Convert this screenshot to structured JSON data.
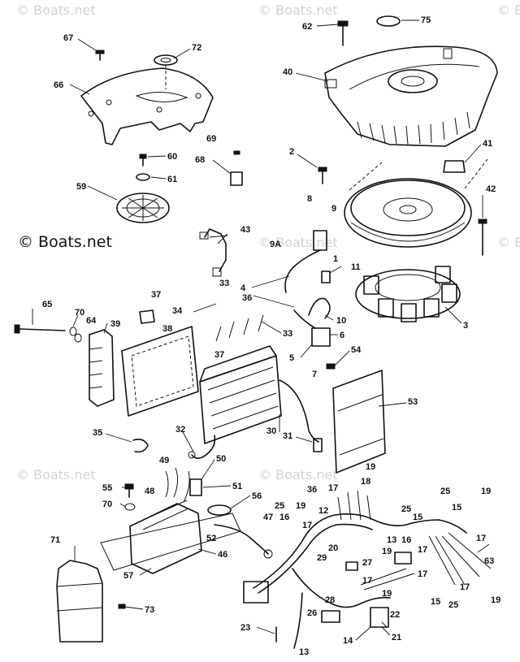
{
  "watermarks": [
    {
      "text": "© Boats.net"
    },
    {
      "text": "© Boats.net"
    },
    {
      "text": "© Boats.net"
    },
    {
      "text": "© Boats.net"
    },
    {
      "text": "© Boats.net"
    },
    {
      "text": "© Boats.net"
    },
    {
      "text": "© Boats.net"
    },
    {
      "text": "© Boats.net"
    }
  ],
  "callouts": {
    "c67": "67",
    "c72": "72",
    "c62": "62",
    "c75": "75",
    "c40": "40",
    "c66": "66",
    "c60": "60",
    "c69": "69",
    "c68": "68",
    "c61": "61",
    "c59": "59",
    "c2": "2",
    "c41": "41",
    "c8": "8",
    "c9": "9",
    "c42": "42",
    "c43": "43",
    "c9A": "9A",
    "c1": "1",
    "c11": "11",
    "c37a": "37",
    "c33a": "33",
    "c4": "4",
    "c65": "65",
    "c70a": "70",
    "c64": "64",
    "c39": "39",
    "c34": "34",
    "c36a": "36",
    "c10": "10",
    "c3": "3",
    "c38": "38",
    "c33b": "33",
    "c6": "6",
    "c5": "5",
    "c54": "54",
    "c37b": "37",
    "c7": "7",
    "c53": "53",
    "c35": "35",
    "c32": "32",
    "c30": "30",
    "c31": "31",
    "c49": "49",
    "c50": "50",
    "c19a": "19",
    "c55": "55",
    "c48": "48",
    "c51": "51",
    "c36b": "36",
    "c17a": "17",
    "c18": "18",
    "c70b": "70",
    "c56": "56",
    "c25a": "25",
    "c25b": "25",
    "c19b": "19",
    "c47": "47",
    "c16a": "16",
    "c12": "12",
    "c15a": "15",
    "c15b": "15",
    "c25c": "25",
    "c52": "52",
    "c17b": "17",
    "c13a": "13",
    "c16b": "16",
    "c71": "71",
    "c46": "46",
    "c20": "20",
    "c27": "27",
    "c29": "29",
    "c19c": "19",
    "c17c": "17",
    "c63": "63",
    "c57": "57",
    "c17d": "17",
    "c15c": "15",
    "c25d": "25",
    "c17e": "17",
    "c19d": "19",
    "c73": "73",
    "c28": "28",
    "c26": "26",
    "c22": "22",
    "c19e": "19",
    "c23": "23",
    "c14": "14",
    "c21": "21",
    "c13b": "13",
    "c17f": "17",
    "c19f": "19",
    "c17g": "17"
  }
}
